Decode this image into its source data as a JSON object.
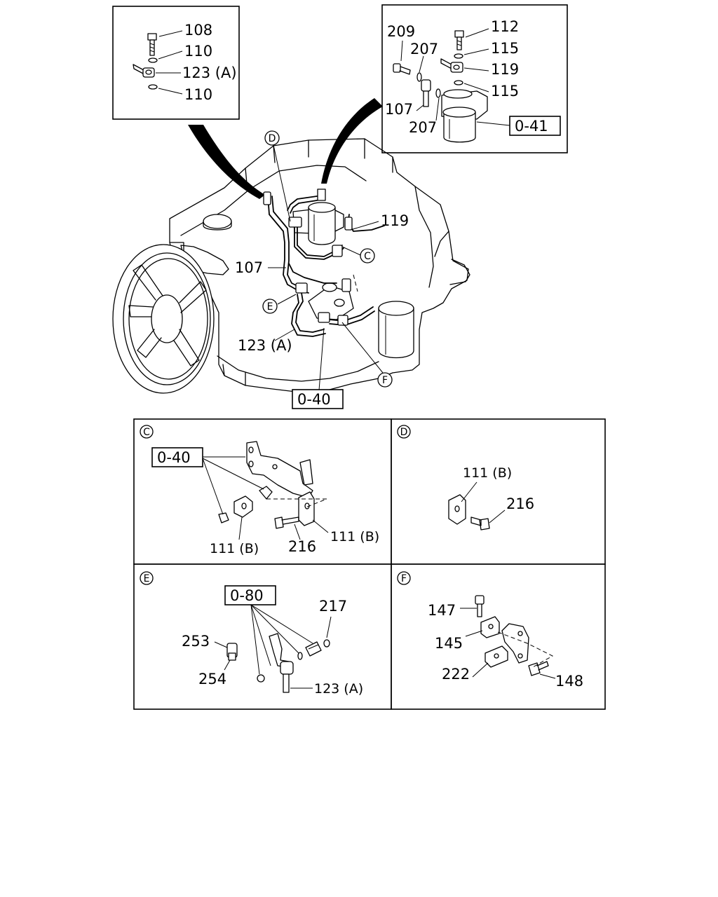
{
  "inset_top_left": {
    "parts": [
      "108",
      "110",
      "123 (A)",
      "110"
    ]
  },
  "inset_top_right": {
    "parts": [
      "209",
      "207",
      "112",
      "115",
      "119",
      "115",
      "107",
      "207"
    ],
    "ref": "0-41"
  },
  "main": {
    "callouts": [
      "D",
      "C",
      "E",
      "F"
    ],
    "parts": [
      "119",
      "107",
      "123 (A)"
    ],
    "ref": "0-40"
  },
  "detail_c": {
    "circle": "C",
    "ref": "0-40",
    "parts": [
      "111 (B)",
      "216",
      "111 (B)"
    ]
  },
  "detail_d": {
    "circle": "D",
    "parts": [
      "111 (B)",
      "216"
    ]
  },
  "detail_e": {
    "circle": "E",
    "ref": "0-80",
    "parts": [
      "217",
      "253",
      "254",
      "123 (A)"
    ]
  },
  "detail_f": {
    "circle": "F",
    "parts": [
      "147",
      "145",
      "222",
      "148"
    ]
  }
}
